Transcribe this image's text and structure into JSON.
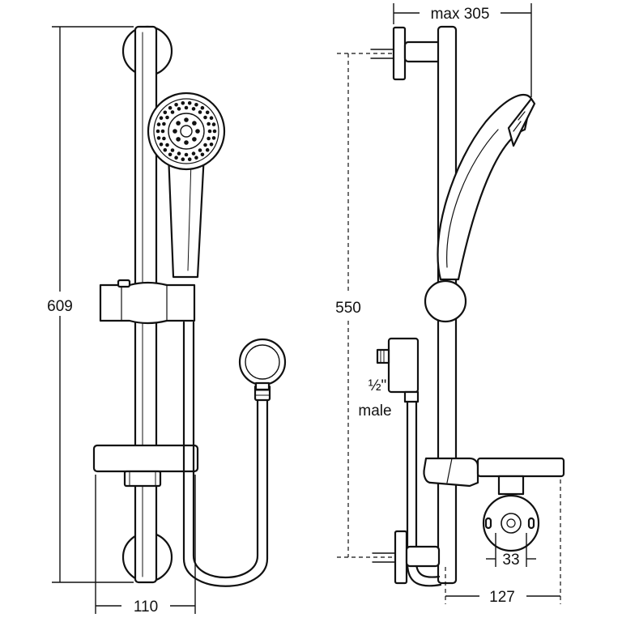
{
  "dimensions": {
    "bar_height": "609",
    "bracket_spacing": "550",
    "max_projection": "max 305",
    "rail_spacing": "110",
    "wall_projection": "127",
    "bracket_diameter": "33",
    "connection_fraction": "½\"",
    "connection_type": "male"
  }
}
